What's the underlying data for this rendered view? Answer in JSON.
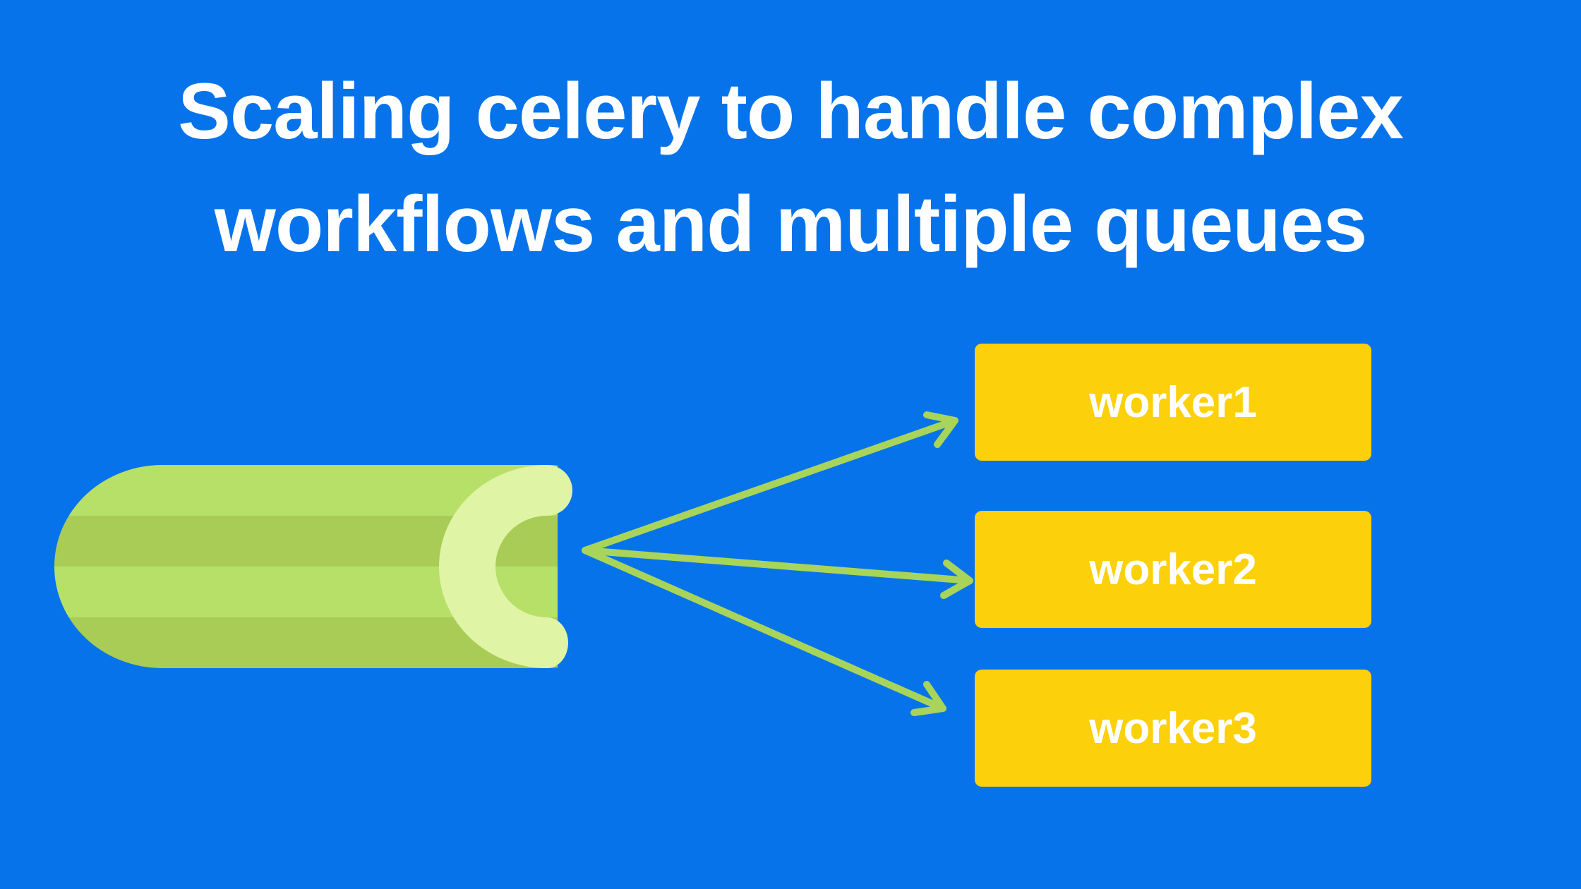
{
  "title": {
    "line1": "Scaling celery to handle complex",
    "line2": "workflows and multiple queues"
  },
  "diagram": {
    "source": "celery-logo",
    "workers": [
      {
        "label": "worker1"
      },
      {
        "label": "worker2"
      },
      {
        "label": "worker3"
      }
    ]
  },
  "colors": {
    "background": "#0773EB",
    "celery_light": "#B7E068",
    "celery_dark": "#A8CC56",
    "celery_cap": "#DFF4A4",
    "arrow": "#A8D45A",
    "worker_box": "#FCD00A",
    "text": "#FFFFFF"
  }
}
